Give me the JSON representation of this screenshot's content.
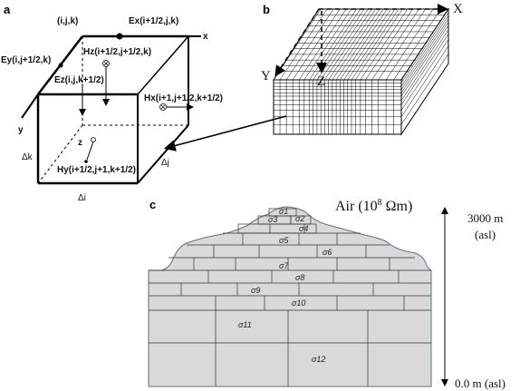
{
  "panels": {
    "a": "a",
    "b": "b",
    "c": "c"
  },
  "panel_a": {
    "node": "(i,j,k)",
    "ex": "Ex(i+1/2,j,k)",
    "ey": "Ey(i,j+1/2,k)",
    "hz": "Hz(i+1/2,j+1/2,k)",
    "ez": "Ez(i,j,k+1/2)",
    "hx": "Hx(i+1,j+1/2,k+1/2)",
    "hy": "Hy(i+1/2,j+1,k+1/2)",
    "x_axis": "x",
    "y_axis": "y",
    "z_axis": "z",
    "delta_k": "Δk",
    "delta_j": "Δj",
    "delta_i": "Δi"
  },
  "panel_b": {
    "x_axis": "X",
    "y_axis": "Y",
    "z_axis": "Z"
  },
  "panel_c": {
    "air_label": "Air (10",
    "air_exp": "8",
    "air_unit": " Ωm)",
    "top_elev_1": "3000 m",
    "top_elev_2": "(asl)",
    "bottom_elev": "0.0 m (asl)",
    "sigmas": [
      "σ1",
      "σ2",
      "σ3",
      "σ4",
      "σ5",
      "σ6",
      "σ7",
      "σ8",
      "σ9",
      "σ10",
      "σ11",
      "σ12"
    ]
  }
}
